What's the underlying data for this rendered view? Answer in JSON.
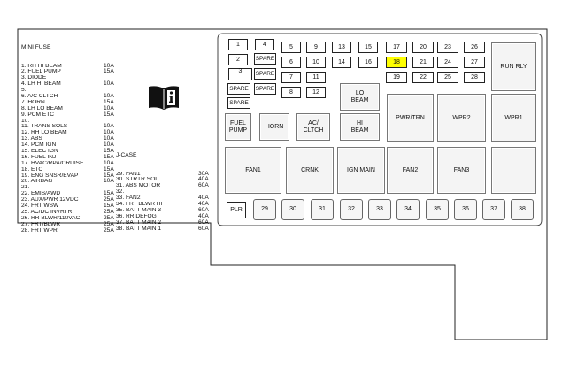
{
  "mini_fuse_list": {
    "title": "MINI FUSE",
    "items": [
      {
        "name": "1. RH HI BEAM",
        "amp": "10A"
      },
      {
        "name": "2. FUEL PUMP",
        "amp": "15A"
      },
      {
        "name": "3. DIODE",
        "amp": ""
      },
      {
        "name": "4. LH HI BEAM",
        "amp": "10A"
      },
      {
        "name": "5.",
        "amp": ""
      },
      {
        "name": "6. A/C CLTCH",
        "amp": "10A"
      },
      {
        "name": "7. HORN",
        "amp": "15A"
      },
      {
        "name": "8. LH LO BEAM",
        "amp": "10A"
      },
      {
        "name": "9. PCM ETC",
        "amp": "15A"
      },
      {
        "name": "10.",
        "amp": ""
      },
      {
        "name": "11. TRANS SOLS",
        "amp": "10A"
      },
      {
        "name": "12. RH LO BEAM",
        "amp": "10A"
      },
      {
        "name": "13. ABS",
        "amp": "10A"
      },
      {
        "name": "14. PCM IGN",
        "amp": "10A"
      },
      {
        "name": "15. ELEC IGN",
        "amp": "15A"
      },
      {
        "name": "16. FUEL INJ",
        "amp": "15A"
      },
      {
        "name": "17. HVAC/RPA/CRUISE",
        "amp": "10A"
      },
      {
        "name": "18. ETC",
        "amp": "15A"
      },
      {
        "name": "19. ENG SNSR/EVAP",
        "amp": "15A"
      },
      {
        "name": "20. AIRBAG",
        "amp": "10A"
      },
      {
        "name": "21.",
        "amp": ""
      },
      {
        "name": "22. EMIS/AWD",
        "amp": "15A"
      },
      {
        "name": "23. AUX/PWR 12VDC",
        "amp": "25A"
      },
      {
        "name": "24. FRT WSW",
        "amp": "15A"
      },
      {
        "name": "25. AC/DC INVRTR",
        "amp": "25A"
      },
      {
        "name": "26. RR BLWR/110VAC",
        "amp": "25A"
      },
      {
        "name": "27. FRT/BLWR",
        "amp": "25A"
      },
      {
        "name": "28. FRT WPR",
        "amp": "25A"
      }
    ]
  },
  "jcase_list": {
    "title": "J-CASE",
    "items": [
      {
        "name": "29. FAN1",
        "amp": "30A"
      },
      {
        "name": "30. STRTR SOL",
        "amp": "40A"
      },
      {
        "name": "31. ABS MOTOR",
        "amp": "60A"
      },
      {
        "name": "32.",
        "amp": ""
      },
      {
        "name": "33. FAN2",
        "amp": "40A"
      },
      {
        "name": "34. FRT BLWR HI",
        "amp": "40A"
      },
      {
        "name": "35. BATT MAIN 3",
        "amp": "60A"
      },
      {
        "name": "36. RR DEFOG",
        "amp": "40A"
      },
      {
        "name": "37. BATT MAIN 2",
        "amp": "60A"
      },
      {
        "name": "38. BATT MAIN 1",
        "amp": "60A"
      }
    ]
  },
  "icons": {
    "manual": "book-info-icon"
  },
  "highlight_color": "#ffff00",
  "panel": {
    "f1": "1",
    "f2": "2",
    "f3": "3",
    "f4": "4",
    "f5": "5",
    "f6": "6",
    "f7": "7",
    "f8": "8",
    "f9": "9",
    "f10": "10",
    "f11": "11",
    "f12": "12",
    "f13": "13",
    "f14": "14",
    "f15": "15",
    "f16": "16",
    "f17": "17",
    "f18": "18",
    "f19": "19",
    "f20": "20",
    "f21": "21",
    "f22": "22",
    "f23": "23",
    "f24": "24",
    "f25": "25",
    "f26": "26",
    "f27": "27",
    "f28": "28",
    "spare": "SPARE",
    "run_rly": "RUN RLY",
    "lo_beam": "LO\nBEAM",
    "hi_beam": "HI\nBEAM",
    "fuel_pump": "FUEL\nPUMP",
    "horn": "HORN",
    "ac_clutch": "AC/\nCLTCH",
    "pwr_trn": "PWR/TRN",
    "wpr2": "WPR2",
    "wpr1": "WPR1",
    "fan1": "FAN1",
    "crnk": "CRNK",
    "ign_main": "IGN MAIN",
    "fan2": "FAN2",
    "fan3": "FAN3",
    "plr": "PLR",
    "j29": "29",
    "j30": "30",
    "j31": "31",
    "j32": "32",
    "j33": "33",
    "j34": "34",
    "j35": "35",
    "j36": "36",
    "j37": "37",
    "j38": "38"
  }
}
